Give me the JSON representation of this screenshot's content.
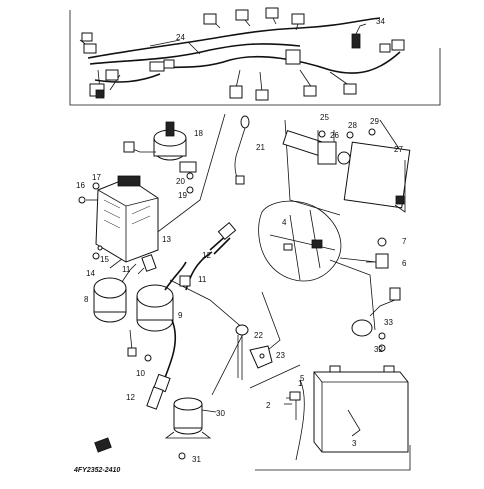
{
  "diagram": {
    "catalog_code": "4FY2352-2410",
    "part_numbers": [
      "1",
      "2",
      "3",
      "4",
      "5",
      "6",
      "7",
      "8",
      "9",
      "10",
      "11",
      "12",
      "13",
      "14",
      "15",
      "16",
      "17",
      "18",
      "19",
      "20",
      "21",
      "22",
      "23",
      "24",
      "25",
      "26",
      "27",
      "28",
      "29",
      "30",
      "31",
      "32",
      "33",
      "34"
    ]
  }
}
